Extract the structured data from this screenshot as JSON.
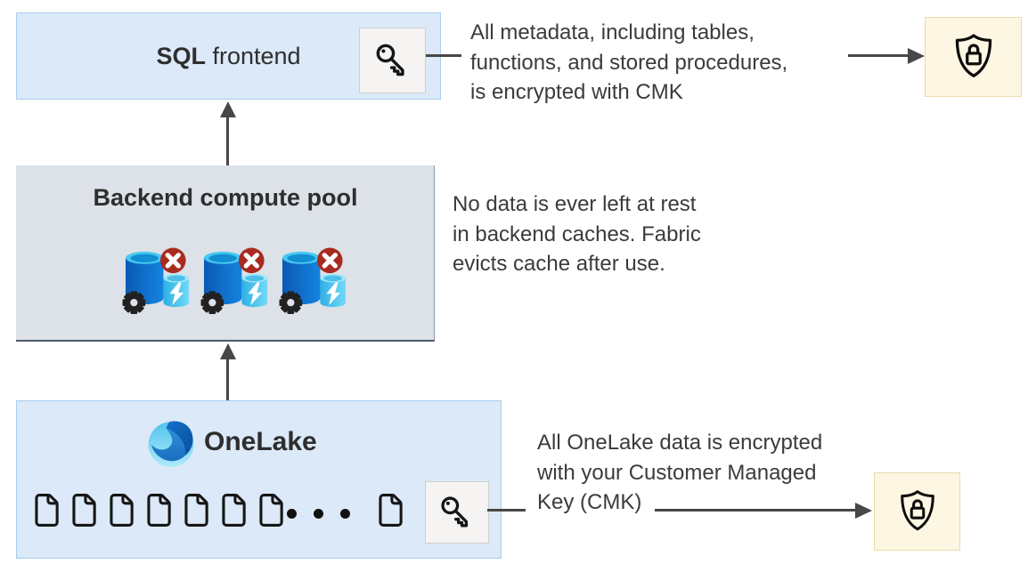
{
  "theme": {
    "box_blue": "#dbe9f8",
    "box_blue_border": "#a9cdef",
    "box_gray": "#dde1e8",
    "box_gray_border_right": "#8d97a8",
    "box_gray_border_bottom": "#4e5a6a",
    "shield_bg": "#fdf6e2",
    "shield_border": "#e9dcae",
    "key_bg": "#f5f4f2",
    "key_border": "#cfcfcf",
    "line": "#474747",
    "text": "#3b3b3b",
    "title": "#2e2e2e",
    "badge_red": "#a92b20"
  },
  "nodes": {
    "sql_frontend": {
      "title_strong": "SQL",
      "title_rest": " frontend"
    },
    "backend_pool": {
      "title": "Backend compute pool",
      "compute_instances": 3
    },
    "onelake": {
      "title": "OneLake",
      "document_count_left": 7,
      "document_count_right": 1,
      "ellipsis_dots": 3
    }
  },
  "annotations": {
    "metadata_cmk": {
      "lines": [
        "All metadata, including tables,",
        "functions, and stored procedures,",
        "is encrypted with CMK"
      ]
    },
    "cache_eviction": {
      "lines": [
        "No data is ever left at rest",
        "in backend caches. Fabric",
        "evicts cache after use."
      ]
    },
    "onelake_cmk": {
      "lines": [
        "All OneLake data is encrypted",
        "with your Customer Managed",
        "Key (CMK)"
      ]
    }
  },
  "icons": {
    "key": "key-icon",
    "shield_lock": "shield-lock-icon",
    "compute_cache": "database-compute-cache-icon",
    "document": "document-icon",
    "ellipsis": "ellipsis-dots",
    "onelake_logo": "onelake-logo"
  }
}
